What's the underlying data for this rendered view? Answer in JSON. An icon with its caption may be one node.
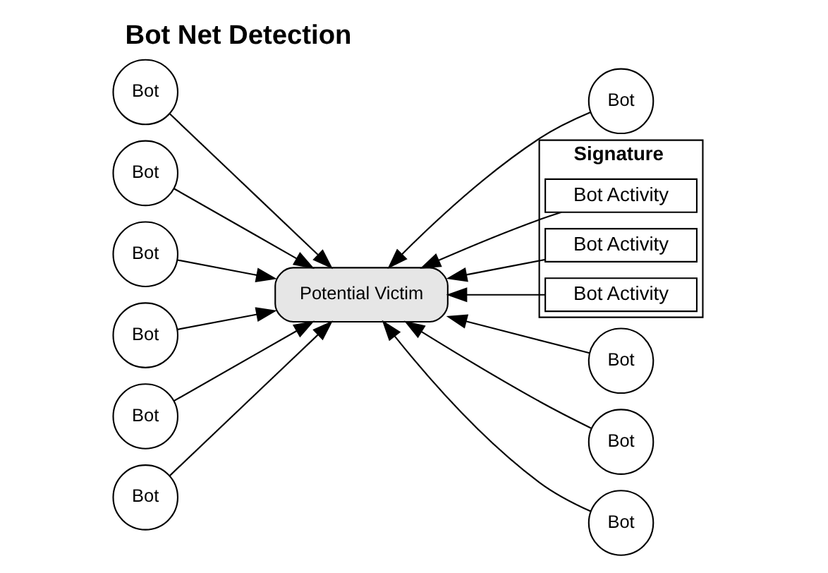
{
  "diagram": {
    "title": "Bot Net Detection",
    "nodes": [
      {
        "text": [
          "Bot"
        ]
      },
      {
        "text": [
          "Bot"
        ]
      },
      {
        "text": [
          "Bot"
        ]
      },
      {
        "text": [
          "Signature"
        ]
      },
      {
        "text": [
          "Bot Activity"
        ],
        "in": 3
      },
      {
        "text": [
          "Bot Activity"
        ],
        "in": 3
      },
      {
        "text": [
          "Bot Activity"
        ],
        "in": 3
      },
      {
        "text": [
          "Bot"
        ]
      },
      {
        "text": [
          "Bot"
        ]
      },
      {
        "text": [
          "Potential Victim"
        ]
      },
      {
        "text": [
          "Bot"
        ]
      },
      {
        "text": [
          "Bot"
        ]
      },
      {
        "text": [
          "Bot"
        ]
      },
      {
        "text": [
          "Bot"
        ]
      },
      {
        "text": [
          "Bot"
        ]
      }
    ],
    "edges": [
      {
        "from": 0,
        "to": 9,
        "arrow": "to"
      },
      {
        "from": 1,
        "to": 9,
        "arrow": "to"
      },
      {
        "from": 2,
        "to": 9,
        "arrow": "to"
      },
      {
        "from": 4,
        "to": 9,
        "arrow": "to"
      },
      {
        "from": 5,
        "to": 9,
        "arrow": "to"
      },
      {
        "from": 6,
        "to": 9,
        "arrow": "to"
      },
      {
        "from": 7,
        "to": 9,
        "arrow": "to"
      },
      {
        "from": 8,
        "to": 9,
        "arrow": "to"
      },
      {
        "from": 10,
        "to": 9,
        "arrow": "to"
      },
      {
        "from": 11,
        "to": 9,
        "arrow": "to"
      },
      {
        "from": 12,
        "to": 9,
        "arrow": "to"
      },
      {
        "from": 13,
        "to": 9,
        "arrow": "to"
      },
      {
        "from": 14,
        "to": 9,
        "arrow": "to"
      }
    ]
  }
}
